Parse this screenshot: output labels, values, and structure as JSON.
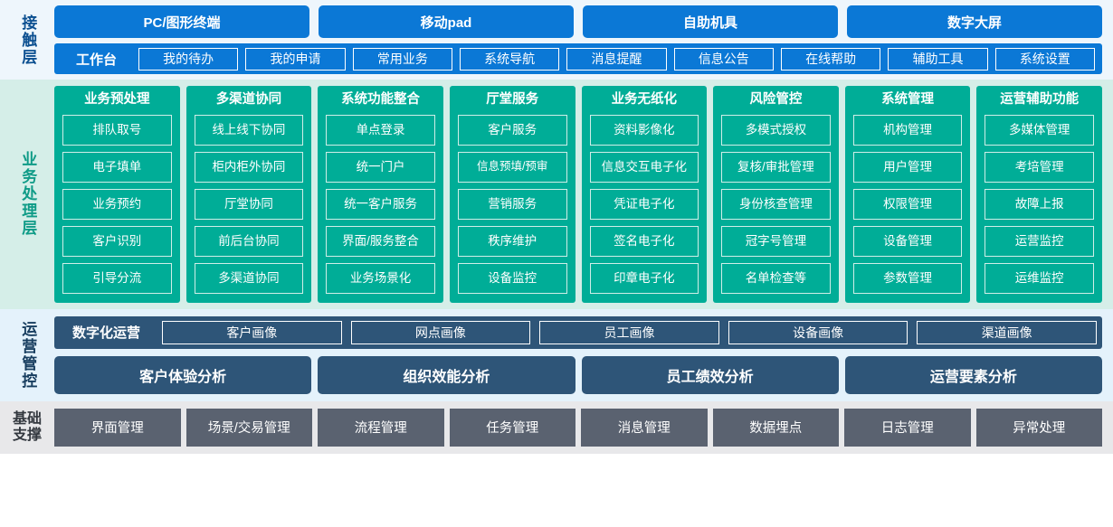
{
  "contact_layer": {
    "label": "接触层",
    "channels": [
      {
        "label": "PC/图形终端"
      },
      {
        "label": "移动pad"
      },
      {
        "label": "自助机具"
      },
      {
        "label": "数字大屏"
      }
    ],
    "workbench_title": "工作台",
    "nav_items": [
      {
        "label": "我的待办"
      },
      {
        "label": "我的申请"
      },
      {
        "label": "常用业务"
      },
      {
        "label": "系统导航"
      },
      {
        "label": "消息提醒"
      },
      {
        "label": "信息公告"
      },
      {
        "label": "在线帮助"
      },
      {
        "label": "辅助工具"
      },
      {
        "label": "系统设置"
      }
    ]
  },
  "business_layer": {
    "label": "业务处理层",
    "columns": [
      {
        "title": "业务预处理",
        "items": [
          "排队取号",
          "电子填单",
          "业务预约",
          "客户识别",
          "引导分流"
        ]
      },
      {
        "title": "多渠道协同",
        "items": [
          "线上线下协同",
          "柜内柜外协同",
          "厅堂协同",
          "前后台协同",
          "多渠道协同"
        ]
      },
      {
        "title": "系统功能整合",
        "items": [
          "单点登录",
          "统一门户",
          "统一客户服务",
          "界面/服务整合",
          "业务场景化"
        ]
      },
      {
        "title": "厅堂服务",
        "items": [
          "客户服务",
          "信息预填/预审",
          "营销服务",
          "秩序维护",
          "设备监控"
        ]
      },
      {
        "title": "业务无纸化",
        "items": [
          "资料影像化",
          "信息交互电子化",
          "凭证电子化",
          "签名电子化",
          "印章电子化"
        ]
      },
      {
        "title": "风险管控",
        "items": [
          "多模式授权",
          "复核/审批管理",
          "身份核查管理",
          "冠字号管理",
          "名单检查等"
        ]
      },
      {
        "title": "系统管理",
        "items": [
          "机构管理",
          "用户管理",
          "权限管理",
          "设备管理",
          "参数管理"
        ]
      },
      {
        "title": "运营辅助功能",
        "items": [
          "多媒体管理",
          "考培管理",
          "故障上报",
          "运营监控",
          "运维监控"
        ]
      }
    ]
  },
  "ops_layer": {
    "label": "运营管控",
    "digital_ops_title": "数字化运营",
    "portraits": [
      {
        "label": "客户画像"
      },
      {
        "label": "网点画像"
      },
      {
        "label": "员工画像"
      },
      {
        "label": "设备画像"
      },
      {
        "label": "渠道画像"
      }
    ],
    "analyses": [
      {
        "label": "客户体验分析"
      },
      {
        "label": "组织效能分析"
      },
      {
        "label": "员工绩效分析"
      },
      {
        "label": "运营要素分析"
      }
    ]
  },
  "base_layer": {
    "label": "基础\n支撑",
    "items": [
      {
        "label": "界面管理"
      },
      {
        "label": "场景/交易管理"
      },
      {
        "label": "流程管理"
      },
      {
        "label": "任务管理"
      },
      {
        "label": "消息管理"
      },
      {
        "label": "数据埋点"
      },
      {
        "label": "日志管理"
      },
      {
        "label": "异常处理"
      }
    ]
  },
  "colors": {
    "contact_blue": "#0b78d6",
    "contact_bg": "#eef6fc",
    "business_teal": "#00ad97",
    "business_bg": "#d5eee8",
    "ops_navy": "#2e5578",
    "ops_bg": "#e4f2fb",
    "base_gray": "#5a6270",
    "base_bg": "#e8e8ea"
  }
}
